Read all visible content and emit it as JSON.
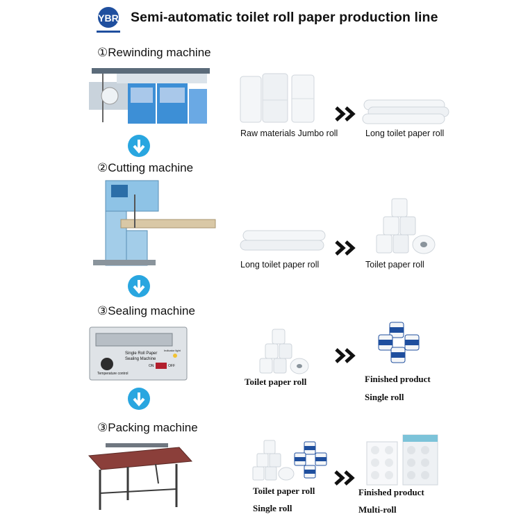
{
  "title": "Semi-automatic toilet roll paper production line",
  "logo": {
    "text": "YBR",
    "icon": "ybr-logo"
  },
  "colors": {
    "arrow_blue": "#29a6e0",
    "machine_blue": "#3d8fd6",
    "chevron": "#111111",
    "roll_white": "#f4f6f8"
  },
  "steps": [
    {
      "heading": "①Rewinding machine",
      "input_label": "Raw materials Jumbo roll",
      "output_label": "Long toilet paper roll",
      "input_icon": "jumbo-rolls-image",
      "output_icon": "long-rolls-image",
      "machine_icon": "rewinding-machine-image"
    },
    {
      "heading": "②Cutting machine",
      "input_label": "Long toilet paper roll",
      "output_label": "Toilet paper roll",
      "input_icon": "long-rolls-image",
      "output_icon": "toilet-rolls-stack-image",
      "machine_icon": "band-saw-cutting-machine-image"
    },
    {
      "heading": "③Sealing machine",
      "input_label": "Toilet paper roll",
      "output_label_1": "Finished product",
      "output_label_2": "Single roll",
      "input_icon": "toilet-rolls-stack-image",
      "output_icon": "wrapped-single-rolls-image",
      "machine_icon": "sealing-machine-image",
      "machine_text_1": "Single Roll Paper",
      "machine_text_2": "Sealing Machine",
      "machine_text_3": "Temperature control",
      "machine_text_4": "ON",
      "machine_text_5": "OFF",
      "machine_text_6": "Indicator light"
    },
    {
      "heading": "③Packing machine",
      "input_label_1": "Toilet paper roll",
      "input_label_2": "Single roll",
      "output_label_1": "Finished product",
      "output_label_2": "Multi-roll",
      "input_icon": "rolls-and-wrapped-rolls-image",
      "output_icon": "multi-roll-packs-image",
      "machine_icon": "packing-machine-image"
    }
  ]
}
